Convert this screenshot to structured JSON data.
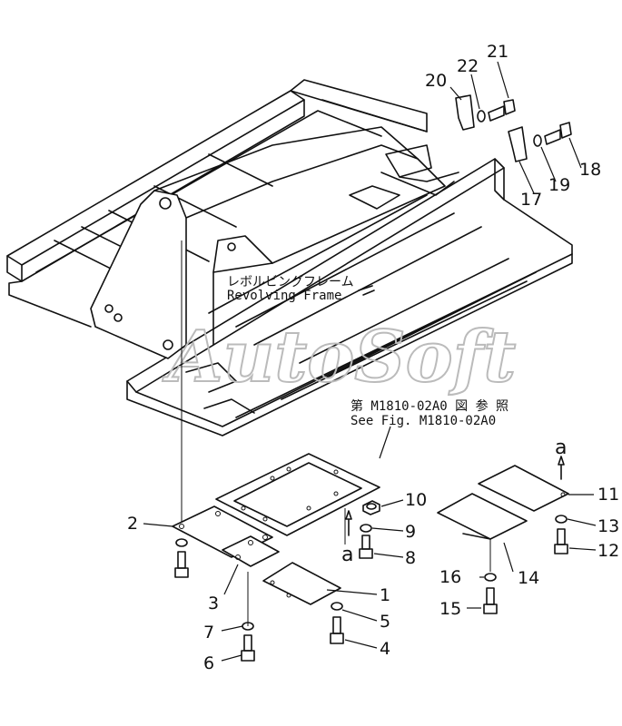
{
  "watermark": "AutoSoft",
  "frame_label_jp": "レボルビングフレーム",
  "frame_label_en": "Revolving  Frame",
  "see_fig_jp": "第 M1810-02A0 図 参 照",
  "see_fig_en": "See Fig. M1810-02A0",
  "ref_a_top": "a",
  "ref_a_left": "a",
  "callouts": {
    "c1": "1",
    "c2": "2",
    "c3": "3",
    "c4": "4",
    "c5": "5",
    "c6": "6",
    "c7": "7",
    "c8": "8",
    "c9": "9",
    "c10": "10",
    "c11": "11",
    "c12": "12",
    "c13": "13",
    "c14": "14",
    "c15": "15",
    "c16": "16",
    "c17": "17",
    "c18": "18",
    "c19": "19",
    "c20": "20",
    "c21": "21",
    "c22": "22"
  }
}
